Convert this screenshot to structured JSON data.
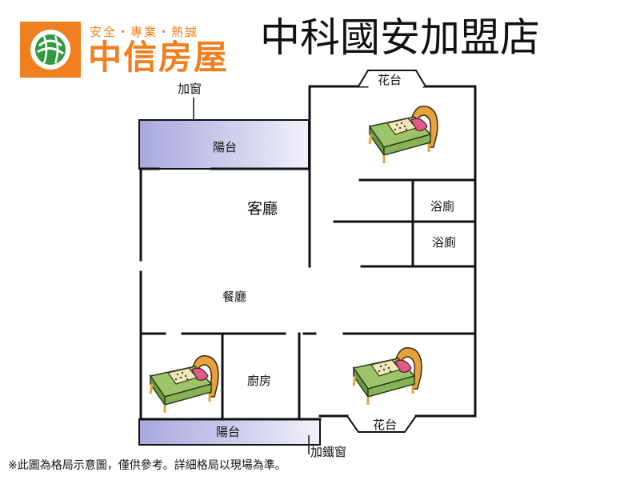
{
  "header": {
    "tagline": "安全・專業・熱誠",
    "brand": "中信房屋",
    "store_title": "中科國安加盟店"
  },
  "colors": {
    "brand_orange": "#f07f1f",
    "balcony_fill": "#b9b8e4",
    "bed_frame": "#e7a23b",
    "bed_cover": "#9cc56a"
  },
  "floorplan": {
    "labels": {
      "window_top": "加窗",
      "balcony_top": "陽台",
      "living_room": "客廳",
      "dining_room": "餐廳",
      "bathroom_1": "浴廁",
      "bathroom_2": "浴廁",
      "kitchen": "廚房",
      "planter_top": "花台",
      "planter_bottom": "花台",
      "balcony_bottom": "陽台",
      "iron_window": "加鐵窗"
    },
    "icons": [
      "bed-icon",
      "bed-icon",
      "bed-icon"
    ]
  },
  "footer": {
    "disclaimer": "※此圖為格局示意圖，僅供參考。詳細格局以現場為準。"
  }
}
